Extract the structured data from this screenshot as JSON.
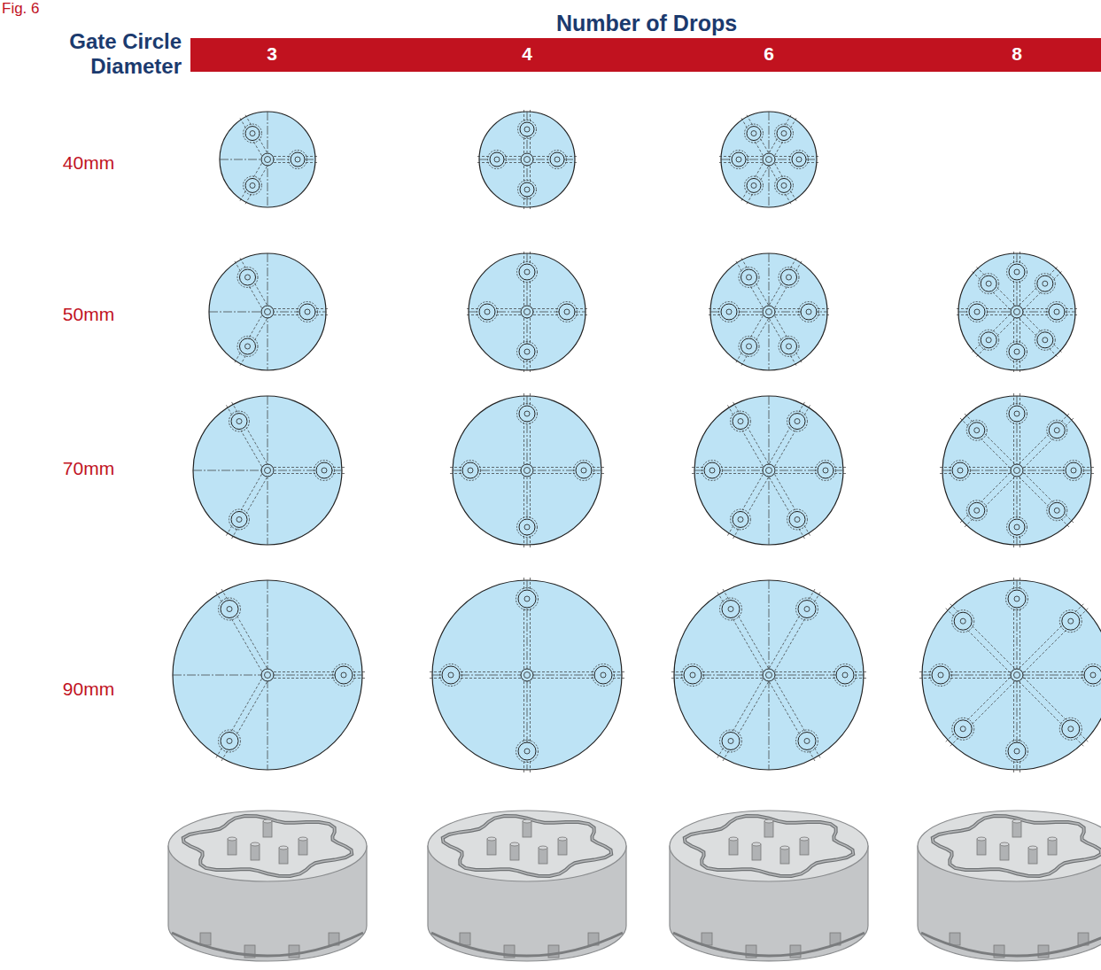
{
  "diagram": {
    "labels": [
      "Fig. 6",
      "Number of Drops",
      "3",
      "4",
      "6",
      "8",
      "Gate Circle Diameter",
      "40mm",
      "50mm",
      "70mm",
      "90mm"
    ]
  }
}
